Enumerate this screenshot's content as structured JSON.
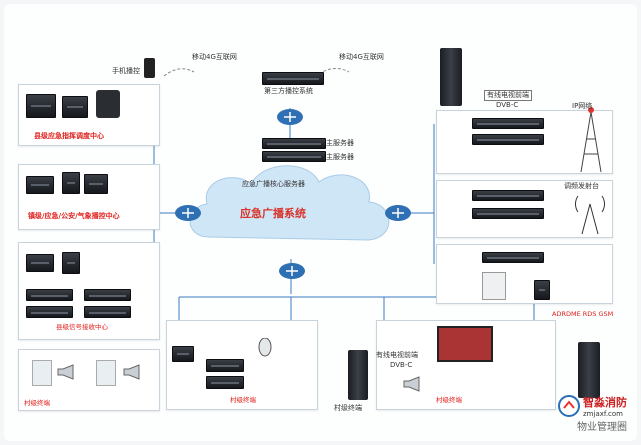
{
  "title": "应急广播系统",
  "center": {
    "cloud_label": "应急广播系统",
    "core_server_label": "应急广播核心服务器",
    "server1_label": "主服务器",
    "server2_label": "主服务器"
  },
  "top": {
    "mobile_label": "手机播控",
    "internet_left": "移动4G互联网",
    "internet_right": "移动4G互联网",
    "third_party_label": "第三方播控系统"
  },
  "left_panels": [
    {
      "title": "县级应急指挥调度中心"
    },
    {
      "title": "镇级/应急/公安/气象播控中心"
    },
    {
      "title": "县级信号接收中心"
    }
  ],
  "right_labels": {
    "cable_tv": "有线电视前端",
    "dvbc_top": "DVB-C",
    "stb_network": "IP网络",
    "fm_station": "调频发射台",
    "radio_right": "ADRDME RDS GSM",
    "dvbc_bottom": "DVB-C",
    "cable_bottom": "有线电视前端"
  },
  "bottom_labels": {
    "terminal_a": "村级终端",
    "terminal_b": "村级终端",
    "terminal_c": "村级终端",
    "terminal_d": "村级终端"
  },
  "watermark": {
    "title": "智淼消防",
    "url": "zmjaxf.com",
    "subtitle": "物业管理圈"
  },
  "colors": {
    "cloud": "#cfe6f7",
    "line": "#3a7cc0",
    "accent_red": "#e0201b"
  }
}
